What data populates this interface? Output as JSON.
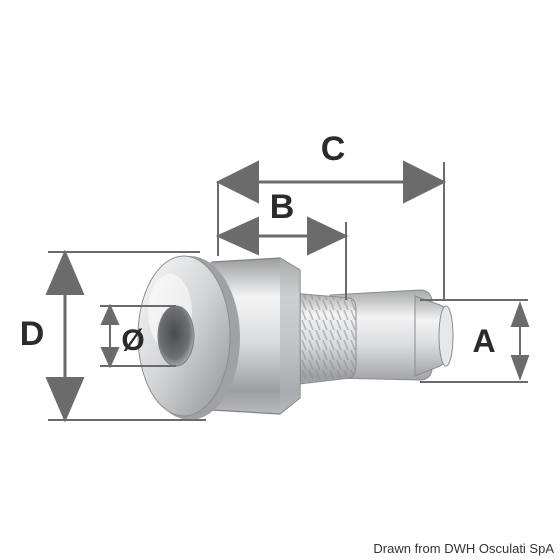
{
  "diagram": {
    "labels": {
      "c": "C",
      "b": "B",
      "d": "D",
      "diameter": "Ø",
      "a": "A"
    },
    "colors": {
      "dimension_line": "#6b6b6b",
      "label_text": "#2b2b2b",
      "metal_dark": "#8d8f92",
      "metal_light": "#f2f2f3"
    }
  },
  "credit": "Drawn from DWH Osculati SpA"
}
